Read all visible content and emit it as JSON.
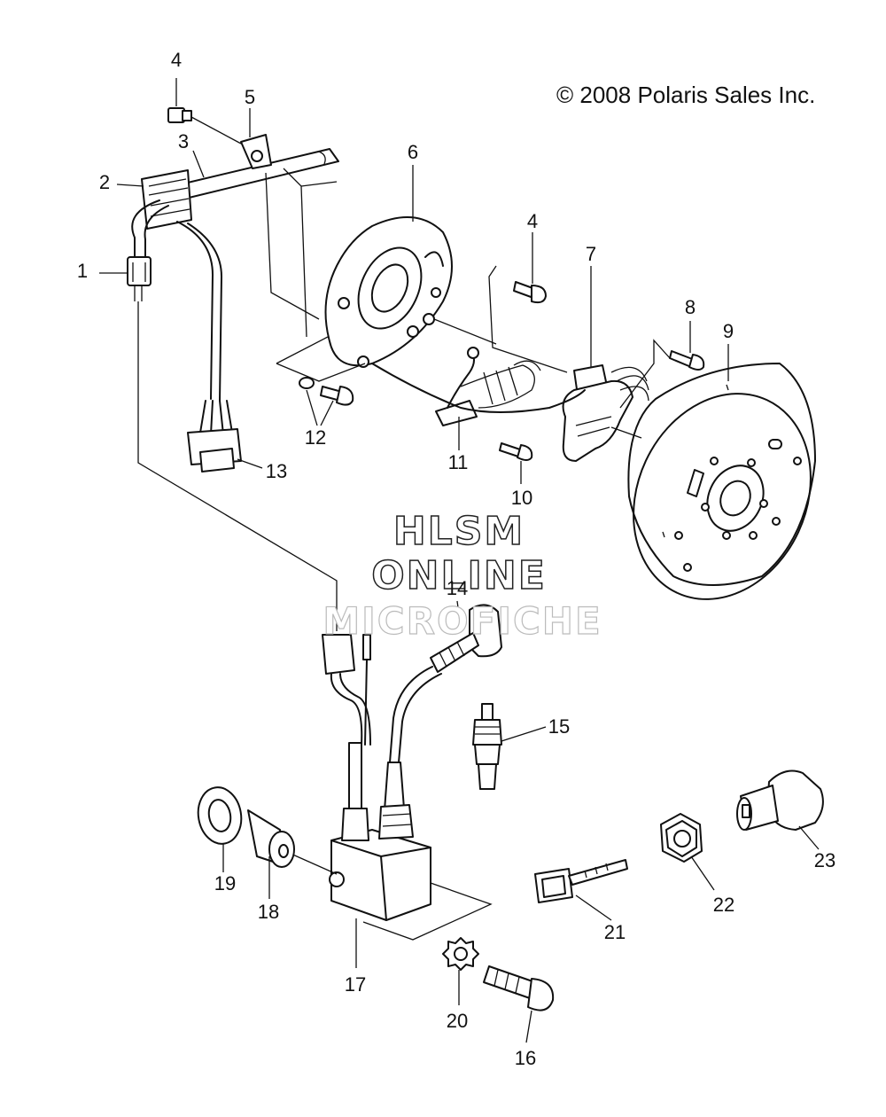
{
  "copyright": "© 2008 Polaris Sales Inc.",
  "watermark": {
    "line1": "HLSM",
    "line2": "ONLINE",
    "line3": "MICROFICHE"
  },
  "callouts": [
    "4",
    "5",
    "3",
    "2",
    "1",
    "6",
    "4",
    "7",
    "8",
    "9",
    "12",
    "11",
    "10",
    "13",
    "14",
    "15",
    "19",
    "18",
    "17",
    "20",
    "16",
    "21",
    "22",
    "23"
  ]
}
